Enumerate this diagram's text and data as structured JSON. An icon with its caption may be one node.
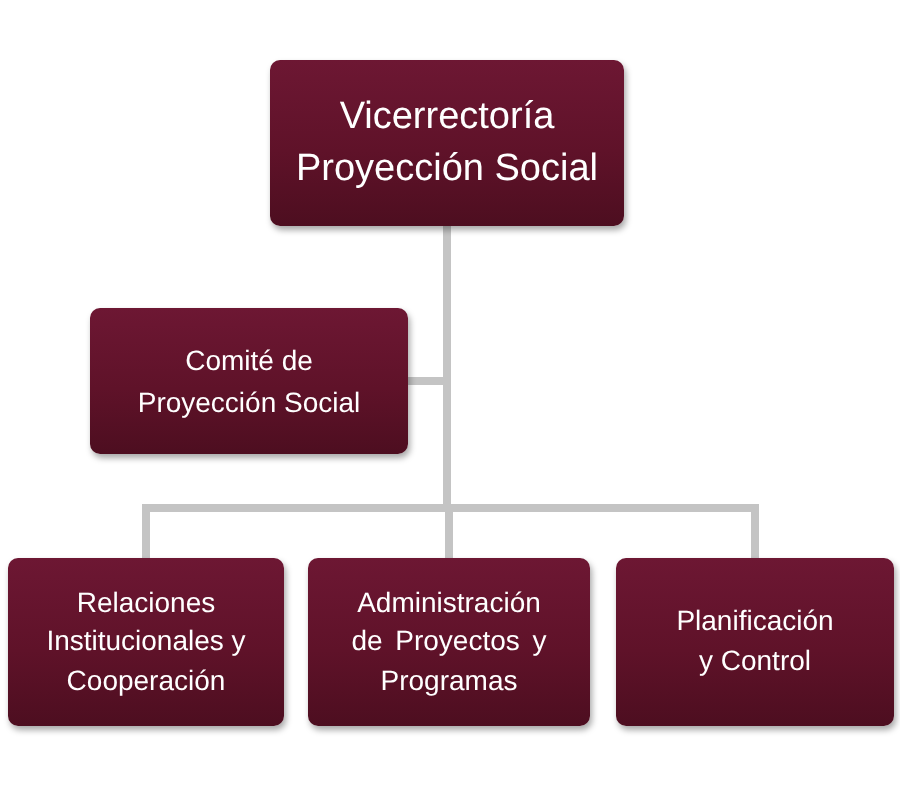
{
  "diagram": {
    "nodes": [
      {
        "text": [
          "Vicerrectoría Proyección Social"
        ]
      },
      {
        "text": [
          "Comité de Proyección Social"
        ]
      },
      {
        "text": [
          "Relaciones Institucionales y Cooperación"
        ]
      },
      {
        "text": [
          "Administración de Proyectos y Programas"
        ]
      },
      {
        "text": [
          "Planificación y Control"
        ]
      }
    ],
    "edges": [
      {
        "from": 0,
        "to": 1,
        "arrow": "none"
      },
      {
        "from": 0,
        "to": 2,
        "arrow": "none"
      },
      {
        "from": 0,
        "to": 3,
        "arrow": "none"
      },
      {
        "from": 0,
        "to": 4,
        "arrow": "none"
      }
    ]
  }
}
